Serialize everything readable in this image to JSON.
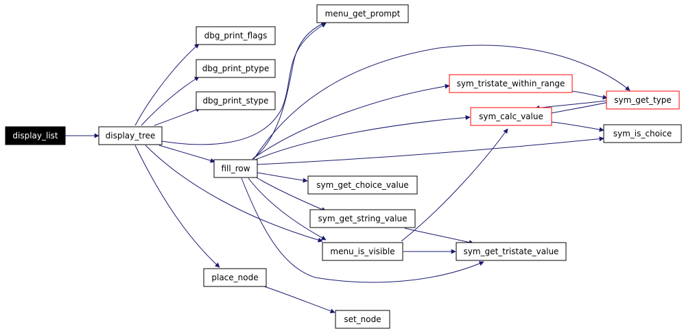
{
  "colors": {
    "edge": "#191970",
    "node_border": "#000000",
    "node_border_highlight": "#ff0000",
    "root_fill": "#000000",
    "root_text": "#ffffff",
    "node_fill": "#ffffff"
  },
  "nodes": {
    "display_list": {
      "label": "display_list"
    },
    "display_tree": {
      "label": "display_tree"
    },
    "dbg_print_flags": {
      "label": "dbg_print_flags"
    },
    "dbg_print_ptype": {
      "label": "dbg_print_ptype"
    },
    "dbg_print_stype": {
      "label": "dbg_print_stype"
    },
    "menu_get_prompt": {
      "label": "menu_get_prompt"
    },
    "fill_row": {
      "label": "fill_row"
    },
    "place_node": {
      "label": "place_node"
    },
    "set_node": {
      "label": "set_node"
    },
    "sym_tristate_within_range": {
      "label": "sym_tristate_within_range"
    },
    "sym_calc_value": {
      "label": "sym_calc_value"
    },
    "sym_get_type": {
      "label": "sym_get_type"
    },
    "sym_is_choice": {
      "label": "sym_is_choice"
    },
    "sym_get_choice_value": {
      "label": "sym_get_choice_value"
    },
    "sym_get_string_value": {
      "label": "sym_get_string_value"
    },
    "menu_is_visible": {
      "label": "menu_is_visible"
    },
    "sym_get_tristate_value": {
      "label": "sym_get_tristate_value"
    }
  }
}
